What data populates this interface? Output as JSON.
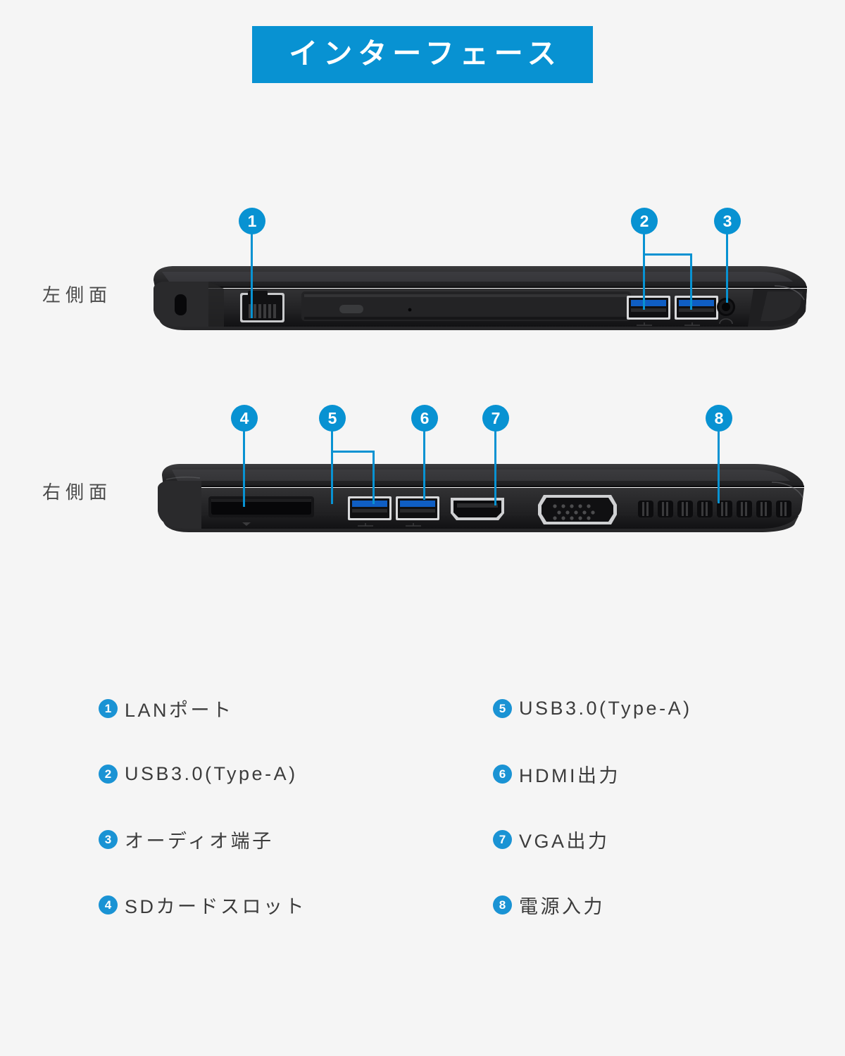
{
  "header": {
    "title": "インターフェース",
    "banner_color": "#0892d2",
    "text_color": "#ffffff"
  },
  "page": {
    "background_color": "#f5f5f5",
    "accent_color": "#0892d2"
  },
  "views": [
    {
      "id": "left",
      "label": "左側面",
      "callouts": [
        {
          "number": "1",
          "target": "lan-port"
        },
        {
          "number": "2",
          "target": "usb3-ports"
        },
        {
          "number": "3",
          "target": "audio-jack"
        }
      ]
    },
    {
      "id": "right",
      "label": "右側面",
      "callouts": [
        {
          "number": "4",
          "target": "sd-card-slot"
        },
        {
          "number": "5",
          "target": "usb3-ports"
        },
        {
          "number": "6",
          "target": "hdmi-port"
        },
        {
          "number": "7",
          "target": "vga-port"
        },
        {
          "number": "8",
          "target": "power-jack"
        }
      ]
    }
  ],
  "legend": {
    "items": [
      {
        "number": "1",
        "label": "LANポート"
      },
      {
        "number": "5",
        "label": "USB3.0(Type-A)"
      },
      {
        "number": "2",
        "label": "USB3.0(Type-A)"
      },
      {
        "number": "6",
        "label": "HDMI出力"
      },
      {
        "number": "3",
        "label": "オーディオ端子"
      },
      {
        "number": "7",
        "label": "VGA出力"
      },
      {
        "number": "4",
        "label": "SDカードスロット"
      },
      {
        "number": "8",
        "label": "電源入力"
      }
    ]
  }
}
